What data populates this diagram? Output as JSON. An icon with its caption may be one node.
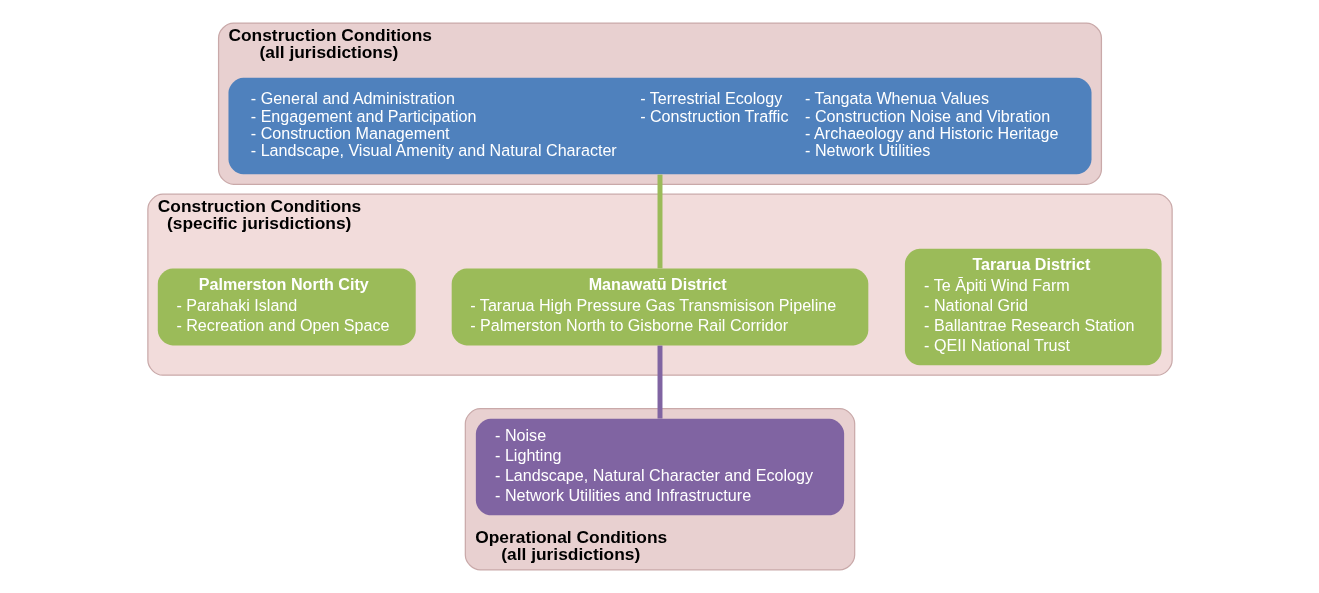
{
  "diagram": {
    "nodes": [
      {
        "text": [
          "Construction Conditions (all jurisdictions)"
        ]
      },
      {
        "text": [
          "- General and Administration",
          "- Engagement and Participation",
          "- Construction Management",
          "- Landscape, Visual Amenity and Natural Character",
          "- Terrestrial Ecology",
          "- Construction Traffic",
          "- Tangata Whenua Values",
          "- Construction Noise and Vibration",
          "- Archaeology and Historic Heritage",
          "- Network Utilities"
        ],
        "in": 0
      },
      {
        "text": [
          "Construction Conditions (specific jurisdictions)"
        ]
      },
      {
        "text": [
          "Palmerston North City",
          "- Parahaki Island",
          "- Recreation and Open Space"
        ],
        "in": 2
      },
      {
        "text": [
          "Manawatū District",
          "- Tararua High Pressure Gas Transmisison Pipeline",
          "- Palmerston North to Gisborne Rail Corridor"
        ],
        "in": 2
      },
      {
        "text": [
          "Tararua District",
          "- Te Āpiti Wind Farm",
          "- National Grid",
          "- Ballantrae Research Station",
          "- QEII National Trust"
        ],
        "in": 2
      },
      {
        "text": [
          "Operational Conditions (all jurisdictions)"
        ]
      },
      {
        "text": [
          "- Noise",
          "- Lighting",
          "- Landscape, Natural Character and Ecology",
          "- Network Utilities and Infrastructure"
        ],
        "in": 6
      }
    ],
    "edges": [
      {
        "from": 1,
        "to": 4,
        "arrow": "none",
        "color": "#9bbb59"
      },
      {
        "from": 4,
        "to": 7,
        "arrow": "none",
        "color": "#8064a2"
      }
    ]
  }
}
